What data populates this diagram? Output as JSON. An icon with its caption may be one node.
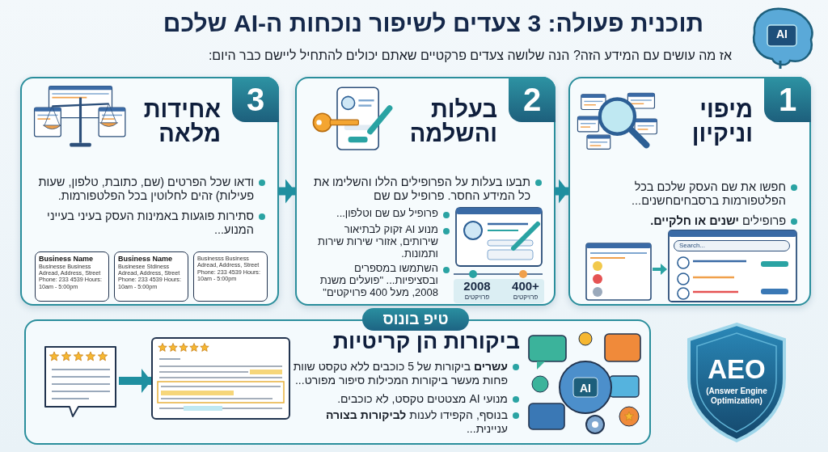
{
  "diagram": {
    "title": "תוכנית פעולה: 3 צעדים לשיפור נוכחות ה-AI שלכם",
    "nodes": [
      {
        "text": [
          "1",
          "מיפוי וניקיון",
          "חפשו את שם העסק שלכם בכל הפלטפורמות ברסבחיםחשנים...",
          "פרופילים **ישנים או חלקיים.**"
        ]
      },
      {
        "text": [
          "2",
          "בעלות והשלמה",
          "תבעו בעלות על הפרופילים הללו והשלימו את כל המידע החסר. פרופיל עם שם",
          "פרופיל עם שם וטלפון...",
          "מנוע AI זקוק לבתיאור שירותים, אזורי שירות שירות ותמונות.",
          "השתמשו במספרים ובסציפיות... \"פועלים משנת 2008, מעל 400 פרויקטים\""
        ]
      },
      {
        "text": [
          "3",
          "אחידות מלאה",
          "ודאו שכל הפרטים (שם, כתובת, טלפון, שעות פעילות) זהים לחלוטין בכל הפלטפורמות.",
          "סתירות פוגעות באמינות העסק בעיני בעייני המנוע..."
        ]
      },
      {
        "text": [
          "Businesss Business Adread, Address, Street Phone: 233 4539 Hours: 10am - 5:00pm"
        ],
        "in": 2
      },
      {
        "text": [
          "Business Name",
          "Businesee Stdiness Adread, Address, Street Phone: 233 4539 Hours: 10am - 5:00pm"
        ],
        "in": 2
      },
      {
        "text": [
          "Business Name",
          "Businesse Business Adread, Address, Street Phone: 233 4539 Hours: 10am - 5:00pm"
        ],
        "in": 2
      },
      {
        "text": [
          "ביקורות הן קריטיות",
          "**עשרים** ביקורות של 5 כוכבים ללא טקסט שוות פחות מעשר ביקורות המכילות סיפור מפורט...",
          "מנועי AI מצטטים טקסט, לא כוכבים.",
          "בנוסף, הקפידו לענות **לביקורות בצורה** עניינית..."
        ]
      },
      {
        "text": [
          "טיפ בונוס"
        ]
      },
      {
        "text": [],
        "shape": "picture",
        "in": 6
      },
      {
        "text": [],
        "shape": "picture",
        "in": 6
      },
      {
        "text": [
          "AEO",
          "(Answer Engine Optimization)"
        ]
      }
    ],
    "edges": [
      {
        "from": 2,
        "to": 1,
        "arrow": "to"
      },
      {
        "from": 1,
        "to": 0,
        "arrow": "to"
      },
      {
        "from": 8,
        "to": 9,
        "arrow": "to"
      }
    ],
    "labels": [
      "AI",
      "אז מה עושים עם המידע הזה? הנה שלושה צעדים פרקטיים שאתם יכולים להתחיל ליישם כבר היום:",
      "Search...",
      "400+",
      "פרויקטים",
      "2008",
      "פרויקטים",
      "AI"
    ]
  }
}
